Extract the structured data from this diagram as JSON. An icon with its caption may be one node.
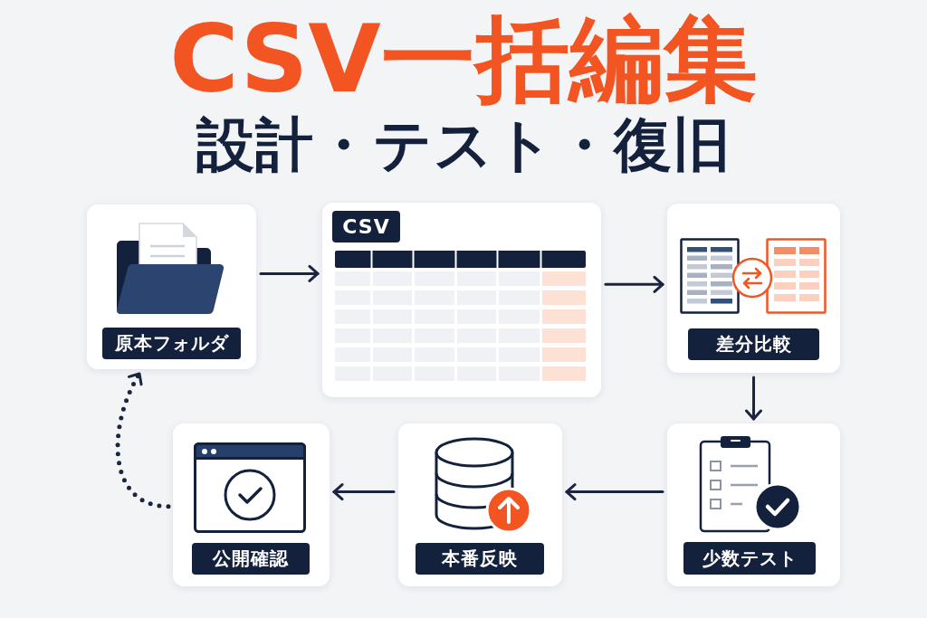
{
  "diagram": {
    "title": "CSV一括編集",
    "nodes": [
      {
        "text": [
          "原本フォルダ"
        ]
      },
      {
        "text": [
          "CSV"
        ]
      },
      {
        "text": [
          "差分比較"
        ]
      },
      {
        "text": [
          "少数テスト"
        ]
      },
      {
        "text": [
          "本番反映"
        ]
      },
      {
        "text": [
          "公開確認"
        ]
      }
    ],
    "edges": [
      {
        "from": 0,
        "to": 1,
        "arrow": "to"
      },
      {
        "from": 1,
        "to": 2,
        "arrow": "to"
      },
      {
        "from": 2,
        "to": 3,
        "arrow": "to"
      },
      {
        "from": 3,
        "to": 4,
        "arrow": "to"
      },
      {
        "from": 4,
        "to": 5,
        "arrow": "to"
      },
      {
        "from": 5,
        "to": 0,
        "arrow": "to",
        "style": "dashed"
      }
    ],
    "labels": [
      "設計・テスト・復旧"
    ]
  }
}
